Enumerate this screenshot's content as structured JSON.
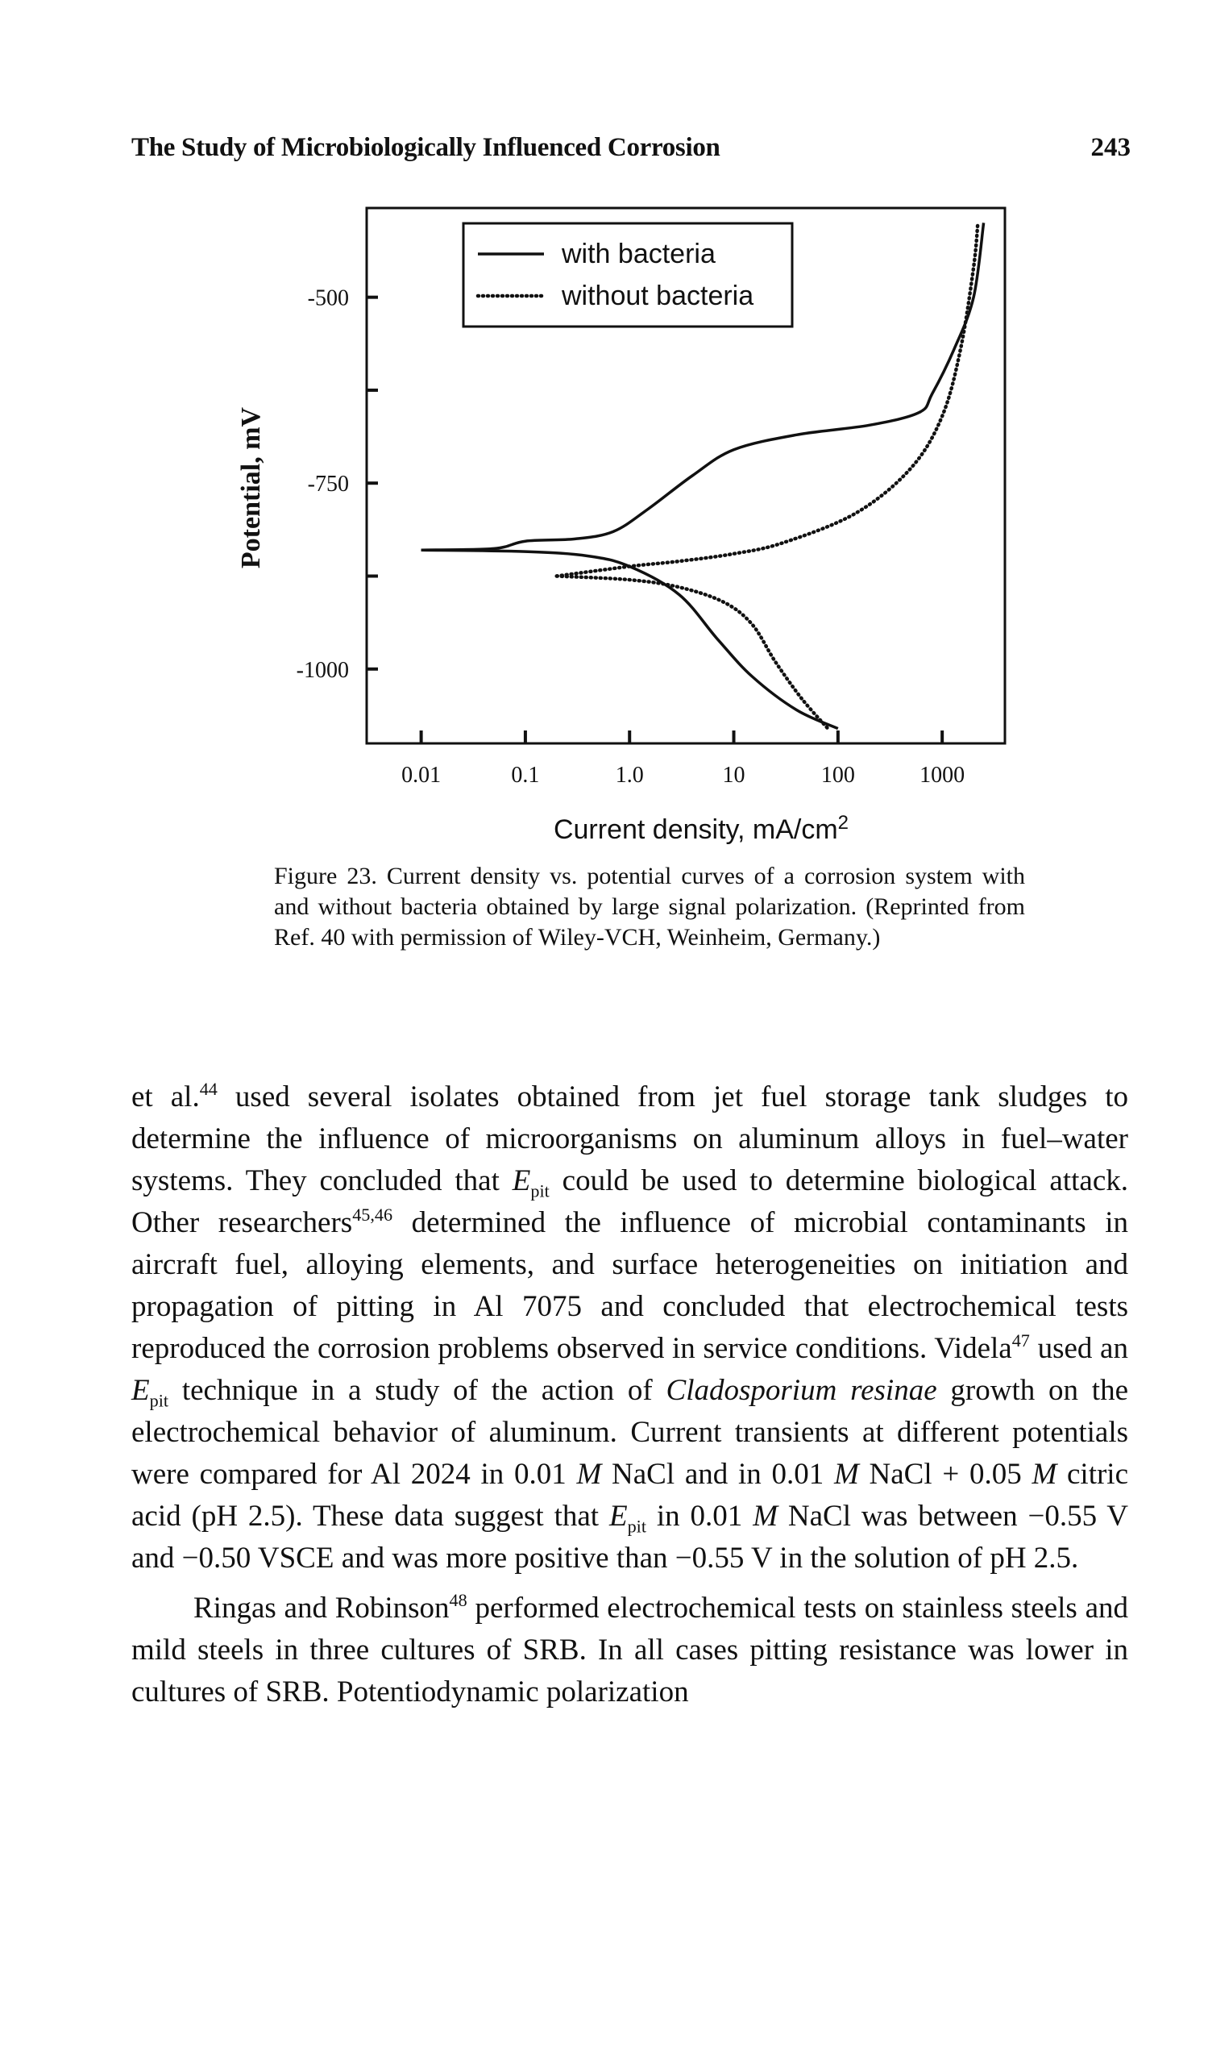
{
  "header": {
    "running_title": "The Study of Microbiologically Influenced Corrosion",
    "page_number": "243"
  },
  "chart_data": {
    "type": "line",
    "title": "",
    "xlabel": "Current density, mA/cm2",
    "ylabel": "Potential, mV",
    "x_scale": "log",
    "x_ticks": [
      "0.01",
      "0.1",
      "1.0",
      "10",
      "100",
      "1000"
    ],
    "y_ticks": [
      "-500",
      "-750",
      "-1000"
    ],
    "xlim": [
      0.003,
      4000
    ],
    "ylim": [
      -1100,
      -380
    ],
    "legend_position": "top-left",
    "series": [
      {
        "name": "with bacteria",
        "style": "solid",
        "branch": "anodic",
        "points": [
          [
            0.01,
            -840
          ],
          [
            0.05,
            -838
          ],
          [
            0.1,
            -828
          ],
          [
            0.3,
            -825
          ],
          [
            0.7,
            -815
          ],
          [
            1.5,
            -785
          ],
          [
            4,
            -740
          ],
          [
            10,
            -705
          ],
          [
            40,
            -685
          ],
          [
            200,
            -672
          ],
          [
            600,
            -655
          ],
          [
            800,
            -630
          ],
          [
            1300,
            -570
          ],
          [
            2000,
            -500
          ],
          [
            2500,
            -400
          ]
        ]
      },
      {
        "name": "with bacteria",
        "style": "solid",
        "branch": "cathodic",
        "points": [
          [
            0.01,
            -840
          ],
          [
            0.1,
            -842
          ],
          [
            0.4,
            -848
          ],
          [
            1.0,
            -862
          ],
          [
            3,
            -900
          ],
          [
            7,
            -960
          ],
          [
            15,
            -1010
          ],
          [
            40,
            -1055
          ],
          [
            100,
            -1080
          ]
        ]
      },
      {
        "name": "without bacteria",
        "style": "dotted",
        "branch": "anodic",
        "points": [
          [
            0.2,
            -875
          ],
          [
            1.0,
            -862
          ],
          [
            3,
            -855
          ],
          [
            10,
            -845
          ],
          [
            30,
            -830
          ],
          [
            150,
            -790
          ],
          [
            500,
            -730
          ],
          [
            1000,
            -660
          ],
          [
            1500,
            -570
          ],
          [
            2000,
            -460
          ],
          [
            2200,
            -400
          ]
        ]
      },
      {
        "name": "without bacteria",
        "style": "dotted",
        "branch": "cathodic",
        "points": [
          [
            0.2,
            -875
          ],
          [
            1.0,
            -880
          ],
          [
            3,
            -890
          ],
          [
            8,
            -910
          ],
          [
            15,
            -940
          ],
          [
            25,
            -990
          ],
          [
            45,
            -1040
          ],
          [
            80,
            -1080
          ]
        ]
      }
    ]
  },
  "caption": {
    "label": "Figure 23.",
    "text": "Current density vs. potential curves of a corrosion system with and without bacteria obtained by large signal polarization. (Reprinted from Ref. 40 with permission of Wiley-VCH, Weinheim, Germany.)"
  },
  "body": {
    "p1": {
      "a": "et al.",
      "r44": "44",
      "b": " used several isolates obtained from jet fuel storage tank sludges to determine the influence of microorganisms on aluminum alloys in fuel–water systems. They concluded that ",
      "E1": "E",
      "pit1": "pit",
      "c": " could be used to determine biological attack. Other researchers",
      "r4546": "45,46",
      "d": " determined the influence of microbial contaminants in aircraft fuel, alloying elements, and surface heterogeneities on initiation and propagation of pitting in Al 7075 and concluded that electrochemical tests reproduced the corrosion problems observed in service conditions. Videla",
      "r47": "47",
      "e": " used an ",
      "E2": "E",
      "pit2": "pit",
      "f": " technique in a study of the action of ",
      "species": "Cladosporium resinae",
      "g": " growth on the electrochemical behavior of aluminum. Current transients at different potentials were compared for Al 2024 in 0.01 ",
      "M1": "M",
      "h": " NaCl and in 0.01 ",
      "M2": "M",
      "i": " NaCl + 0.05 ",
      "M3": "M",
      "j": " citric acid (pH 2.5). These data suggest that ",
      "E3": "E",
      "pit3": "pit",
      "k": " in 0.01 ",
      "M4": "M",
      "l": " NaCl was between −0.55 V and −0.50 VSCE and was more positive than −0.55 V in the solution of pH 2.5."
    },
    "p2": {
      "a": "Ringas and Robinson",
      "r48": "48",
      "b": " performed electrochemical tests on stainless steels and mild steels in three cultures of SRB. In all cases pitting resistance was lower in cultures of SRB. Potentiodynamic polarization"
    }
  }
}
